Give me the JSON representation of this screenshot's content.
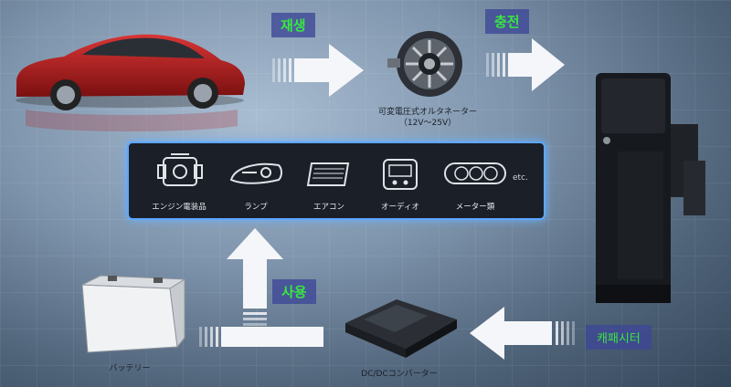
{
  "labels": {
    "regen": "재생",
    "charge": "충전",
    "use": "사용",
    "capacitor": "캐패시터"
  },
  "captions": {
    "alternator": "可変電圧式オルタネーター",
    "alternator_range": "（12V〜25V）",
    "battery": "バッテリー",
    "dcdc": "DC/DCコンバーター"
  },
  "devices": [
    {
      "label": "エンジン電装品",
      "icon": "engine-icon"
    },
    {
      "label": "ランプ",
      "icon": "headlamp-icon"
    },
    {
      "label": "エアコン",
      "icon": "air-conditioner-icon"
    },
    {
      "label": "オーディオ",
      "icon": "audio-icon"
    },
    {
      "label": "メーター類",
      "icon": "meter-icon"
    }
  ],
  "devices_more": "etc.",
  "colors": {
    "label_text": "#39e641",
    "label_bg": "#3c4696",
    "panel_border": "#5ea6ff"
  }
}
